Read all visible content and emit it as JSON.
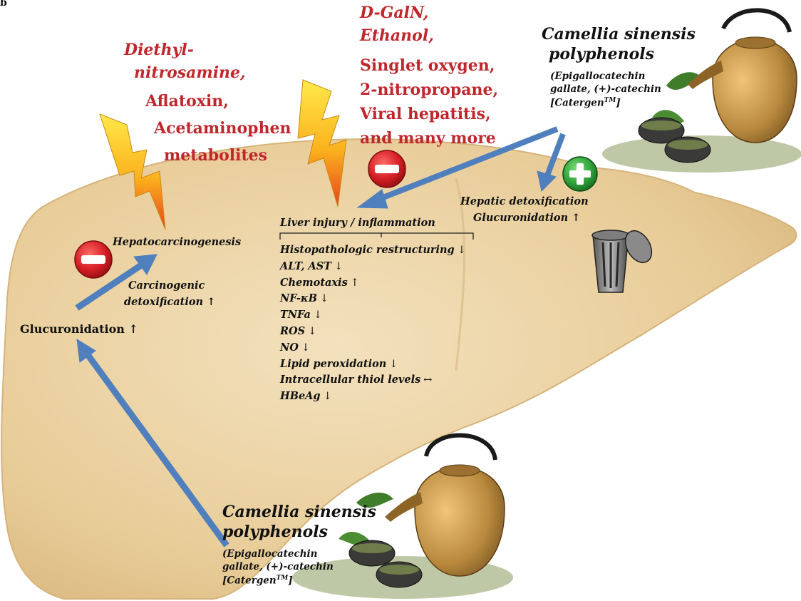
{
  "panel_letter": "b",
  "toxins_left": {
    "line1": "Diethyl-",
    "line2": "nitrosamine,",
    "line3": "Aflatoxin,",
    "line4": "Acetaminophen",
    "line5": "metabolites"
  },
  "toxins_middle": {
    "line1": "D-GalN,",
    "line2": "Ethanol,",
    "line3": "Singlet oxygen,",
    "line4": "2-nitropropane,",
    "line5": "Viral hepatitis,",
    "line6": "and many more"
  },
  "tea_top": {
    "title1": "Camellia sinensis",
    "title2": "polyphenols",
    "sub1": "(Epigallocatechin",
    "sub2": "gallate, (+)-catechin",
    "sub3_pre": "[Catergen",
    "sub3_sup": "TM",
    "sub3_post": "]"
  },
  "tea_bottom": {
    "title1": "Camellia sinensis",
    "title2": "polyphenols",
    "sub1": "(Epigallocatechin",
    "sub2": "gallate, (+)-catechin",
    "sub3_pre": "[Catergen",
    "sub3_sup": "TM",
    "sub3_post": "]"
  },
  "detox": {
    "line1": "Hepatic detoxification",
    "line2": "Glucuronidation ↑"
  },
  "carcinogenesis": {
    "title": "Hepatocarcinogenesis",
    "detox1": "Carcinogenic",
    "detox2": "detoxification ↑",
    "glucuronidation": "Glucuronidation ↑"
  },
  "injury": {
    "title": "Liver injury / inflammation",
    "effects": [
      {
        "label": "Histopathologic restructuring",
        "arrow": "↓"
      },
      {
        "label": "ALT, AST",
        "arrow": "↓"
      },
      {
        "label": "Chemotaxis",
        "arrow": "↑"
      },
      {
        "label": "NF-κB",
        "arrow": "↓"
      },
      {
        "label": "TNFa",
        "arrow": "↓"
      },
      {
        "label": "ROS",
        "arrow": "↓"
      },
      {
        "label": "NO",
        "arrow": "↓"
      },
      {
        "label": "Lipid peroxidation",
        "arrow": "↓"
      },
      {
        "label": "Intracellular thiol levels",
        "arrow": "↔"
      },
      {
        "label": "HBeAg",
        "arrow": "↓"
      }
    ]
  },
  "colors": {
    "liver": "#eed7ab",
    "arrow": "#4f7fbd",
    "inhibit": "#d61f26",
    "promote": "#2fa23a",
    "text_red": "#c0272d"
  }
}
